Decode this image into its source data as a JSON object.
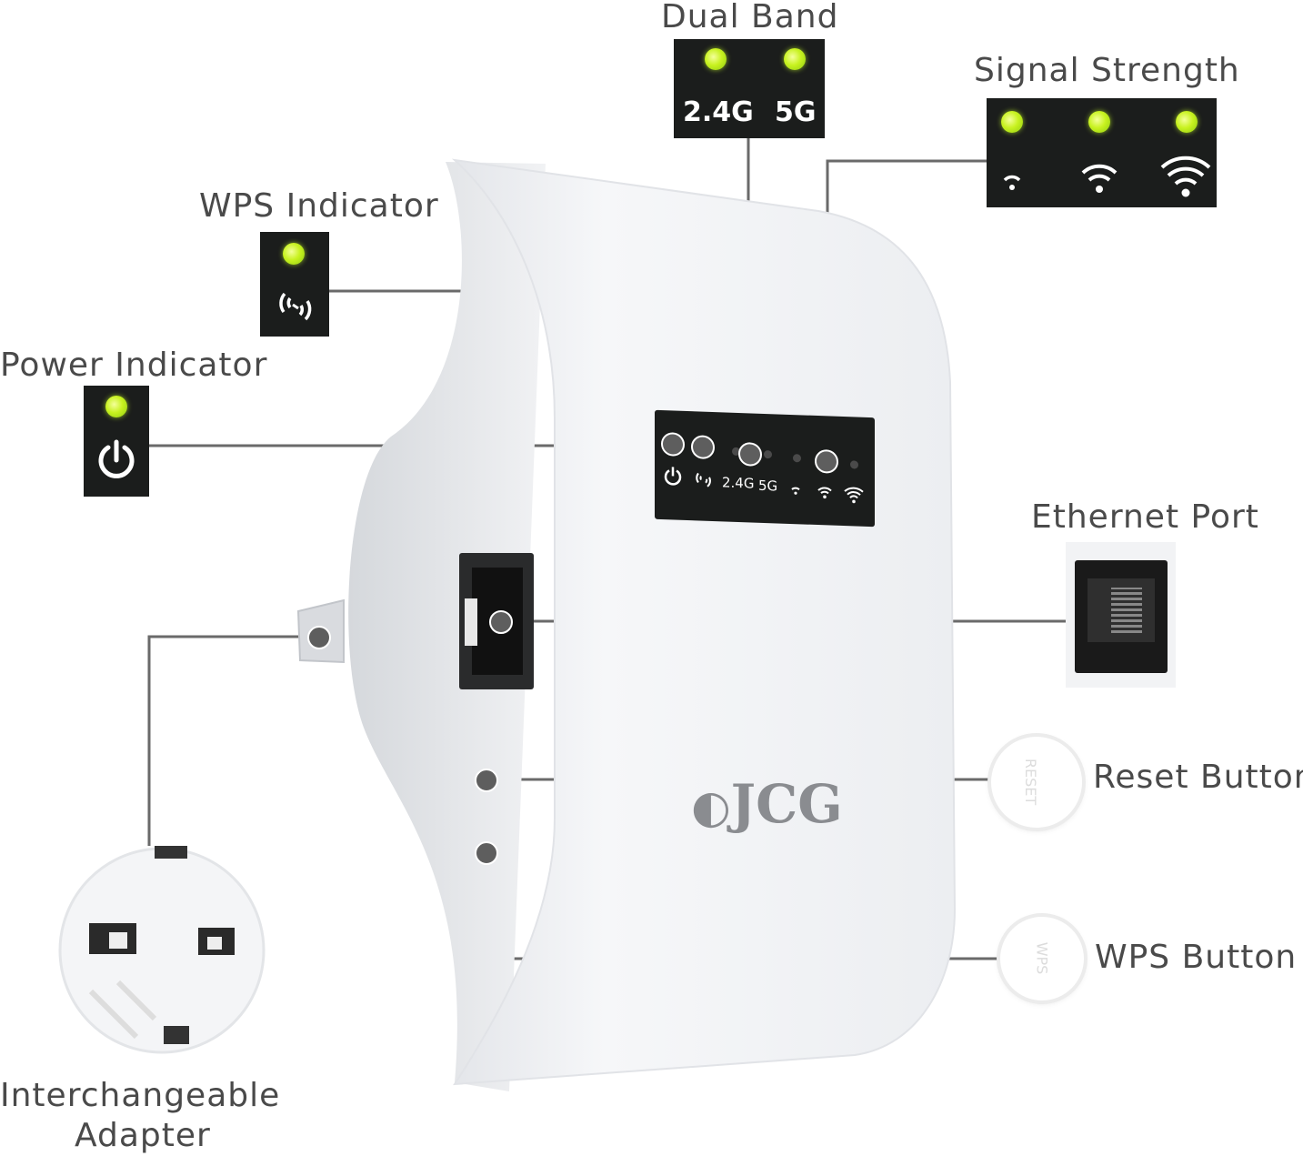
{
  "labels": {
    "dual_band": "Dual Band",
    "signal_strength": "Signal Strength",
    "wps_indicator": "WPS Indicator",
    "power_indicator": "Power Indicator",
    "ethernet_port": "Ethernet Port",
    "reset_button": "Reset Button",
    "wps_button": "WPS Button",
    "adapter_line1": "Interchangeable",
    "adapter_line2": "Adapter"
  },
  "dual_band_panel": {
    "band1": "2.4G",
    "band2": "5G"
  },
  "device_panel": {
    "band1": "2.4G",
    "band2": "5G"
  },
  "device_brand": "JCG",
  "button_marks": {
    "reset": "RESET",
    "wps": "WPS"
  },
  "colors": {
    "led_green": "#c8f220",
    "panel_bg": "#1b1d1c",
    "leader_line": "#6a6a6a",
    "label_text": "#4a4a4a"
  },
  "icons": [
    "power-icon",
    "wps-icon",
    "wifi-low-icon",
    "wifi-mid-icon",
    "wifi-high-icon"
  ]
}
